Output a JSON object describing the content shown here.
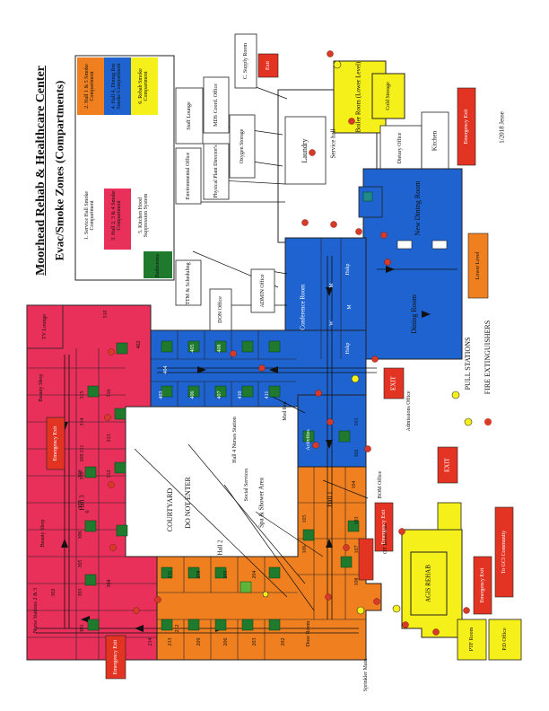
{
  "title": "Moorhead Rehab & Healthcare Center",
  "subtitle": "Evac/Smoke Zones (Compartments)",
  "legend": [
    {
      "label": "1.  Service Hall Smoke Compartment",
      "color": "#ffffff"
    },
    {
      "label": "2.  Hall 1 & 5 Smoke Compartment",
      "color": "#f0801f"
    },
    {
      "label": "3.  Hall 2, 3 & 4 Smoke Compartment",
      "color": "#e8305a"
    },
    {
      "label": "4.  Hall 4, Dining Rm Smoke Compartment",
      "color": "#1e63d0"
    },
    {
      "label": "5.  Kitchen Hood Suppression System",
      "color": "#e8305a"
    },
    {
      "label": "6.  Rehab Smoke Compartment",
      "color": "#f5ef1a"
    }
  ],
  "legend_extra": "Bathrooms",
  "key": {
    "pull_stations": "PULL STATIONS",
    "fire_extinguishers": "FIRE EXTINGUISHERS",
    "date": "1/2018 Jesse"
  },
  "rooms": {
    "staff_lounge": "Staff Lounge",
    "mds": "MDS Coord. Office",
    "csupply": "C. Supply Room",
    "env": "Environmental Office",
    "pt": "Physical Plant Director's",
    "oxygen": "Oxygen Storage",
    "laundry": "Laundry",
    "service_hall": "Service hall",
    "boiler": "Boiler Room (Lower Level)",
    "cold": "Cold Storage",
    "dietary": "Dietary Office",
    "kitchen": "Kitchen",
    "ndr": "New Dining Room",
    "lower": "Lower Level",
    "dining": "Dining Room",
    "conference": "Conference Room",
    "hskp1": "Hskp",
    "hskp2": "Hskp",
    "ttm": "TTM & Scheduling",
    "don": "DON Office",
    "admin": "ADMIN Office",
    "w": "W",
    "m1": "M",
    "m2": "M",
    "tv": "TV Lounge",
    "beauty": "Beauty Shop",
    "beauty2": "Beauty Shop",
    "nurse23": "Nurse Stations 2 & 3",
    "hall4": "Hall 4 Nurses Station",
    "med": "Med Rm",
    "courtyard": "COURTYARD",
    "donot": "DO NOT ENTER",
    "social": "Social Services",
    "spa": "Spa & Shower Area",
    "activities": "Activities",
    "bom": "BOM Office",
    "admissions": "Admissions Office",
    "agis": "AGIS REHAB",
    "ptf": "PTF Room",
    "pdoffice": "P.D Office",
    "sprinkler": "Sprinkler Main",
    "hall1": "Hall 1",
    "hall2": "Hall 2",
    "hall3": "Hall 3",
    "ds": "Dose Room",
    "ot": "OT Resources"
  },
  "exits": {
    "e1": "Exit",
    "e2": "EXIT",
    "e3": "EXIT",
    "emergency1": "Emergency Exit",
    "emergency2": "Emergency Exit",
    "emergency3": "Emergency Exit",
    "emergency4": "Emergency Exit",
    "emergency5": "Emergency Exit",
    "gci": "To GCI Community"
  },
  "room_numbers": {
    "pink_top": [
      "510",
      "402"
    ],
    "pink_upper": [
      "315",
      "314",
      "311",
      "310",
      "309",
      "308",
      "307",
      "306",
      "305",
      "303",
      "302",
      "301"
    ],
    "pink_lower": [
      "316",
      "313",
      "312",
      "6",
      "304"
    ],
    "blue_top": [
      "404",
      "405",
      "408"
    ],
    "blue_bottom": [
      "403",
      "406",
      "407",
      "410",
      "411"
    ],
    "orange_upper": [
      "211",
      "208",
      "205",
      "204"
    ],
    "orange_lower": [
      "214",
      "213",
      "212",
      "209",
      "206",
      "203",
      "202"
    ],
    "hall1": [
      "104",
      "103",
      "101",
      "102",
      "105",
      "106",
      "107",
      "108"
    ]
  },
  "colors": {
    "white_zone": "#ffffff",
    "orange_zone": "#f0801f",
    "pink_zone": "#e8305a",
    "blue_zone": "#1e63d0",
    "yellow_zone": "#f5ef1a",
    "bath": "#1f7a2e",
    "exit_red": "#e33322",
    "pull": "#f5ef1a",
    "extinguisher": "#d83a2a"
  }
}
